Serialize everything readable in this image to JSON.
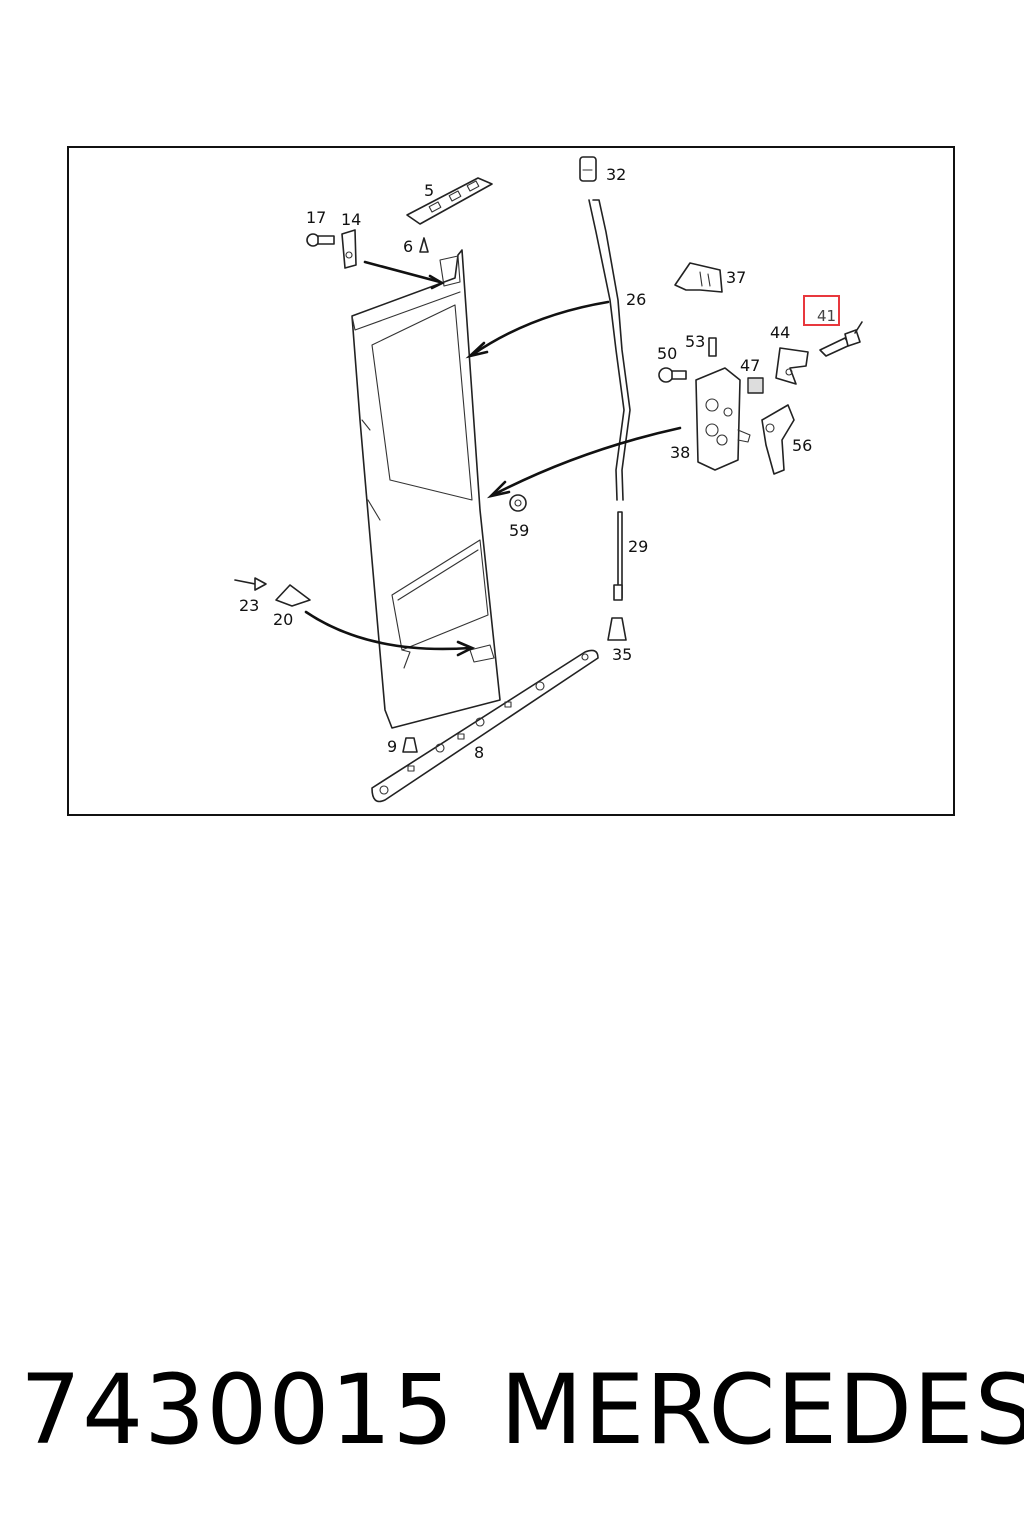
{
  "diagram": {
    "callouts": [
      "32",
      "5",
      "17",
      "14",
      "6",
      "37",
      "26",
      "41",
      "44",
      "53",
      "50",
      "47",
      "38",
      "56",
      "59",
      "29",
      "23",
      "20",
      "35",
      "9",
      "8"
    ],
    "highlighted_callout": "41"
  },
  "footer": {
    "part_number": "7430015",
    "brand": "MERCEDES"
  }
}
